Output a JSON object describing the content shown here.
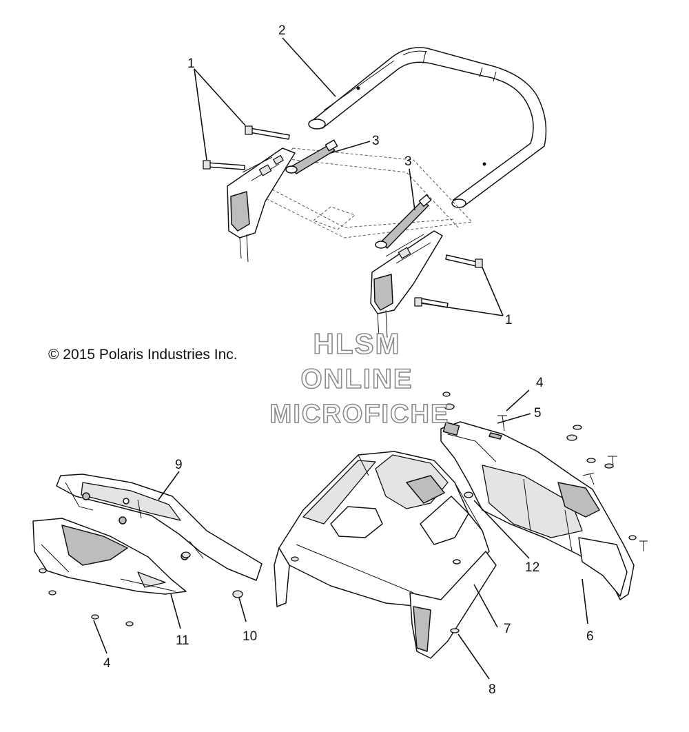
{
  "copyright": "© 2015 Polaris Industries Inc.",
  "watermark": {
    "line1": "HLSM",
    "line2": "ONLINE",
    "line3": "MICROFICHE"
  },
  "callouts": {
    "c1a": "1",
    "c1b": "1",
    "c2": "2",
    "c3a": "3",
    "c3b": "3",
    "c4a": "4",
    "c4b": "4",
    "c5": "5",
    "c6": "6",
    "c7": "7",
    "c8": "8",
    "c9": "9",
    "c10": "10",
    "c11": "11",
    "c12": "12"
  },
  "colors": {
    "line": "#111111",
    "shade": "#bdbdbd",
    "watermark_stroke": "#8a8a8a"
  }
}
